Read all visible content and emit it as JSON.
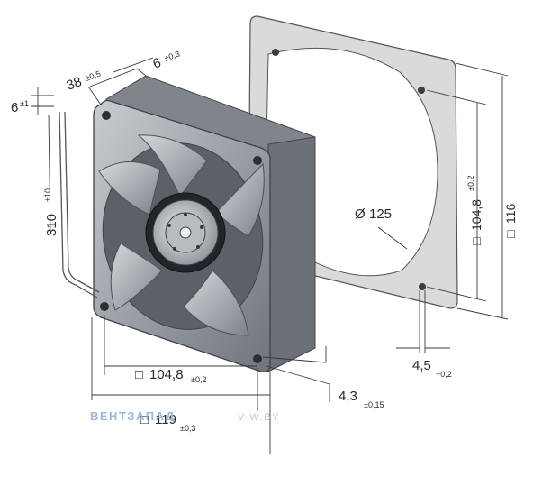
{
  "dimensions": {
    "depth": {
      "value": "38",
      "tol": "±0,5"
    },
    "flange": {
      "value": "6",
      "tol": "±0,3"
    },
    "cable_offset": {
      "value": "6",
      "tol": "±1"
    },
    "cable_length": {
      "value": "310",
      "tol": "±10"
    },
    "hole_spacing_front": {
      "symbol": "□",
      "value": "104,8",
      "tol": "±0,2"
    },
    "width_front": {
      "symbol": "□",
      "value": "119",
      "tol": "±0,3"
    },
    "hole_diameter": {
      "value": "4,3",
      "tol": "±0,15"
    },
    "opening": {
      "symbol": "Ø",
      "value": "125"
    },
    "hole_spacing_gasket": {
      "symbol": "□",
      "value": "104,8",
      "tol": "±0,2"
    },
    "gasket_size": {
      "symbol": "□",
      "value": "116"
    },
    "slot_width": {
      "value": "4,5",
      "tol": "+0,2"
    }
  },
  "watermark": {
    "brand": "ВЕНТЗАПАД",
    "site": "V-W.BY"
  },
  "colors": {
    "metal": "#9aa0a6",
    "gasket": "#d9dadb",
    "ink": "#2a2a2a",
    "watermark_brand": "#9db7d6",
    "watermark_site": "#b8c9dc"
  }
}
